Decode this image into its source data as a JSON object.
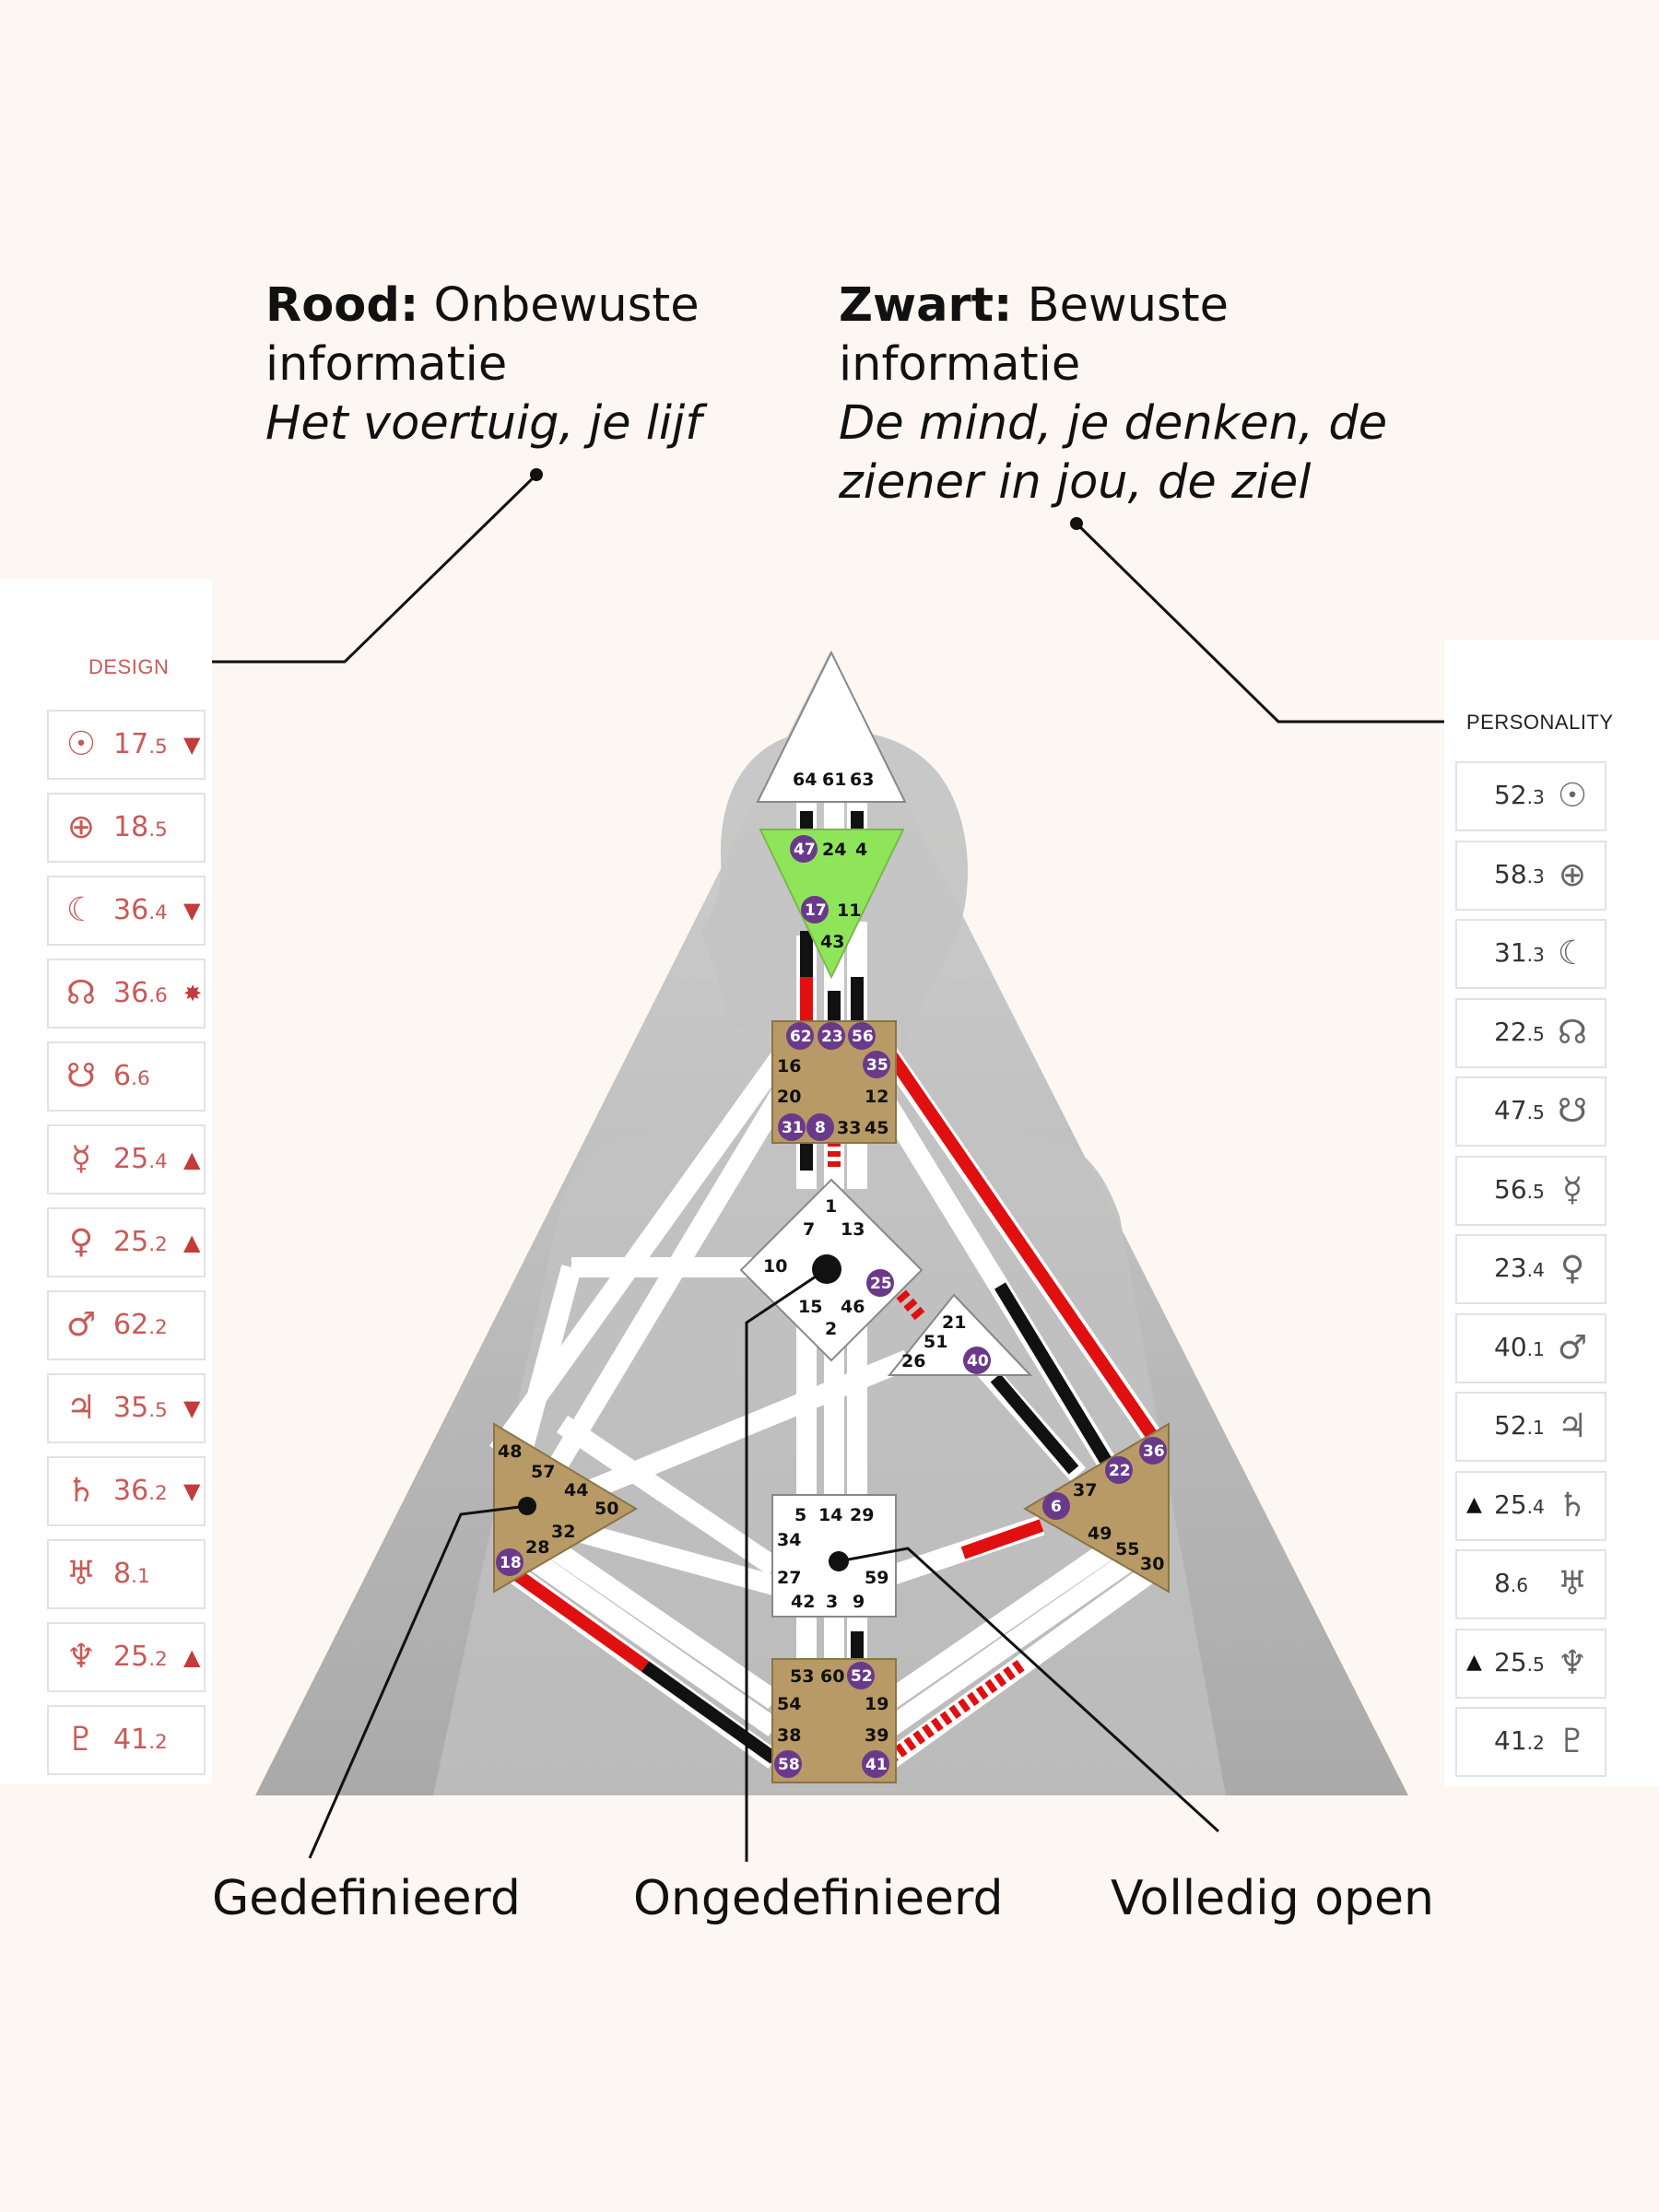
{
  "annotations": {
    "left": {
      "bold": "Rood:",
      "rest": " Onbewuste",
      "line2": "informatie",
      "italic": "Het voertuig, je lijf"
    },
    "right": {
      "bold": "Zwart:",
      "rest": " Bewuste",
      "line2": "informatie",
      "italic1": "De mind, je denken, de",
      "italic2": "ziener in jou, de ziel"
    }
  },
  "bottom_labels": {
    "defined": "Gedefinieerd",
    "undefined": "Ongedefinieerd",
    "open": "Volledig open"
  },
  "design": {
    "title": "DESIGN",
    "color": "#c95a57",
    "rows": [
      {
        "icon": "sun-icon",
        "glyph": "☉",
        "main": "17",
        "sub": ".5",
        "mark": "▼"
      },
      {
        "icon": "earth-icon",
        "glyph": "⊕",
        "main": "18",
        "sub": ".5",
        "mark": ""
      },
      {
        "icon": "moon-icon",
        "glyph": "☾",
        "main": "36",
        "sub": ".4",
        "mark": "▼"
      },
      {
        "icon": "north-node-icon",
        "glyph": "☊",
        "main": "36",
        "sub": ".6",
        "mark": "✸"
      },
      {
        "icon": "south-node-icon",
        "glyph": "☋",
        "main": "6",
        "sub": ".6",
        "mark": ""
      },
      {
        "icon": "mercury-icon",
        "glyph": "☿",
        "main": "25",
        "sub": ".4",
        "mark": "▲"
      },
      {
        "icon": "venus-icon",
        "glyph": "♀",
        "main": "25",
        "sub": ".2",
        "mark": "▲"
      },
      {
        "icon": "mars-icon",
        "glyph": "♂",
        "main": "62",
        "sub": ".2",
        "mark": ""
      },
      {
        "icon": "jupiter-icon",
        "glyph": "♃",
        "main": "35",
        "sub": ".5",
        "mark": "▼"
      },
      {
        "icon": "saturn-icon",
        "glyph": "♄",
        "main": "36",
        "sub": ".2",
        "mark": "▼"
      },
      {
        "icon": "uranus-icon",
        "glyph": "♅",
        "main": "8",
        "sub": ".1",
        "mark": ""
      },
      {
        "icon": "neptune-icon",
        "glyph": "♆",
        "main": "25",
        "sub": ".2",
        "mark": "▲"
      },
      {
        "icon": "pluto-icon",
        "glyph": "♇",
        "main": "41",
        "sub": ".2",
        "mark": ""
      }
    ]
  },
  "personality": {
    "title": "PERSONALITY",
    "rows": [
      {
        "icon": "sun-icon",
        "glyph": "☉",
        "main": "52",
        "sub": ".3",
        "mark": ""
      },
      {
        "icon": "earth-icon",
        "glyph": "⊕",
        "main": "58",
        "sub": ".3",
        "mark": ""
      },
      {
        "icon": "moon-icon",
        "glyph": "☾",
        "main": "31",
        "sub": ".3",
        "mark": ""
      },
      {
        "icon": "north-node-icon",
        "glyph": "☊",
        "main": "22",
        "sub": ".5",
        "mark": ""
      },
      {
        "icon": "south-node-icon",
        "glyph": "☋",
        "main": "47",
        "sub": ".5",
        "mark": ""
      },
      {
        "icon": "mercury-icon",
        "glyph": "☿",
        "main": "56",
        "sub": ".5",
        "mark": ""
      },
      {
        "icon": "venus-icon",
        "glyph": "♀",
        "main": "23",
        "sub": ".4",
        "mark": ""
      },
      {
        "icon": "mars-icon",
        "glyph": "♂",
        "main": "40",
        "sub": ".1",
        "mark": ""
      },
      {
        "icon": "jupiter-icon",
        "glyph": "♃",
        "main": "52",
        "sub": ".1",
        "mark": ""
      },
      {
        "icon": "saturn-icon",
        "glyph": "♄",
        "main": "25",
        "sub": ".4",
        "mark": "▲"
      },
      {
        "icon": "uranus-icon",
        "glyph": "♅",
        "main": "8",
        "sub": ".6",
        "mark": ""
      },
      {
        "icon": "neptune-icon",
        "glyph": "♆",
        "main": "25",
        "sub": ".5",
        "mark": "▲"
      },
      {
        "icon": "pluto-icon",
        "glyph": "♇",
        "main": "41",
        "sub": ".2",
        "mark": ""
      }
    ]
  },
  "centers": {
    "head": [
      "64",
      "61",
      "63"
    ],
    "ajna": [
      "47",
      "24",
      "4",
      "17",
      "11",
      "43"
    ],
    "throat": [
      "62",
      "23",
      "56",
      "35",
      "16",
      "20",
      "12",
      "31",
      "8",
      "33",
      "45"
    ],
    "g": [
      "1",
      "7",
      "13",
      "10",
      "25",
      "15",
      "46",
      "2"
    ],
    "ego": [
      "21",
      "51",
      "26",
      "40"
    ],
    "spleen": [
      "48",
      "57",
      "44",
      "50",
      "32",
      "28",
      "18"
    ],
    "sacral": [
      "5",
      "14",
      "29",
      "34",
      "27",
      "59",
      "42",
      "3",
      "9"
    ],
    "solar": [
      "36",
      "22",
      "37",
      "6",
      "49",
      "55",
      "30"
    ],
    "root": [
      "53",
      "60",
      "52",
      "54",
      "19",
      "38",
      "39",
      "58",
      "41"
    ]
  },
  "colors": {
    "background": "#fcf7f3",
    "design_red": "#c95a57",
    "channel_red": "#e01010",
    "center_tan": "#b89a66",
    "ajna_green": "#8fe55a",
    "gate_purple": "#6a3a8a",
    "gray_triangle": "#b8b8b8"
  }
}
